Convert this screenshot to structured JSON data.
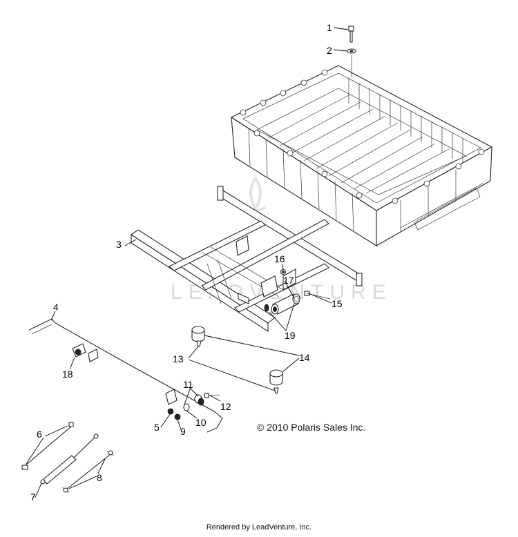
{
  "callouts": [
    {
      "number": "1"
    },
    {
      "number": "2"
    },
    {
      "number": "3"
    },
    {
      "number": "4"
    },
    {
      "number": "5"
    },
    {
      "number": "6"
    },
    {
      "number": "7"
    },
    {
      "number": "8"
    },
    {
      "number": "9"
    },
    {
      "number": "10"
    },
    {
      "number": "11"
    },
    {
      "number": "12"
    },
    {
      "number": "13"
    },
    {
      "number": "14"
    },
    {
      "number": "15"
    },
    {
      "number": "16"
    },
    {
      "number": "17"
    },
    {
      "number": "18"
    },
    {
      "number": "19"
    }
  ],
  "copyright": "© 2010 Polaris Sales Inc.",
  "watermark": "LEADVENTURE",
  "footer": "Rendered by LeadVenture, Inc."
}
